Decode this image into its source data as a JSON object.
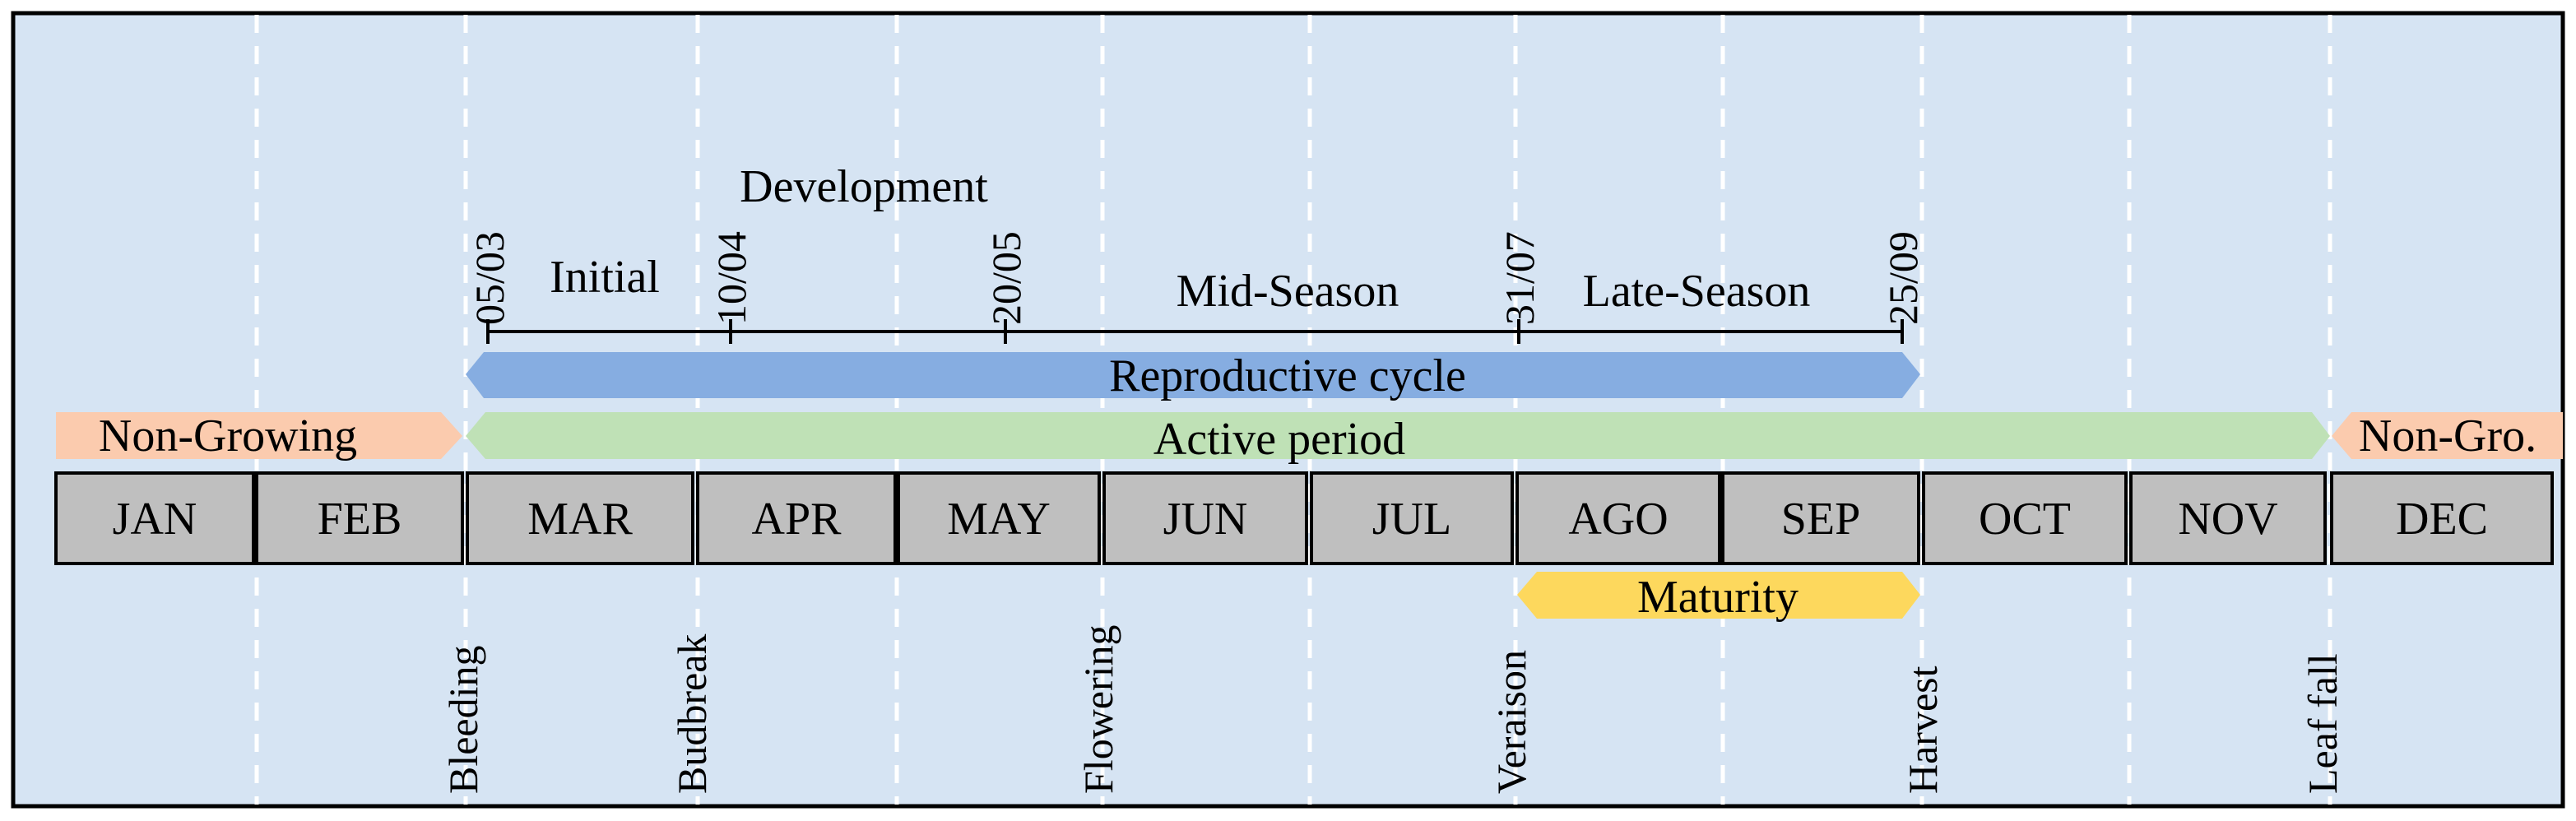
{
  "months": [
    "JAN",
    "FEB",
    "MAR",
    "APR",
    "MAY",
    "JUN",
    "JUL",
    "AGO",
    "SEP",
    "OCT",
    "NOV",
    "DEC"
  ],
  "stages": {
    "development": "Development",
    "initial": "Initial",
    "mid_season": "Mid-Season",
    "late_season": "Late-Season"
  },
  "dates": [
    "05/03",
    "10/04",
    "20/05",
    "31/07",
    "25/09"
  ],
  "bars": {
    "reproductive_cycle": "Reproductive cycle",
    "active_period": "Active period",
    "non_growing_left": "Non-Growing",
    "non_growing_right": "Non-Gro.",
    "maturity": "Maturity"
  },
  "events": [
    "Bleeding",
    "Budbreak",
    "Flowering",
    "Veraison",
    "Harvest",
    "Leaf fall"
  ],
  "colors": {
    "background": "#d6e4f3",
    "month_box": "#bfbfbf",
    "reproductive": "#86ade1",
    "active": "#bfe1b6",
    "non_growing": "#fbcbae",
    "maturity": "#fdd85d"
  }
}
